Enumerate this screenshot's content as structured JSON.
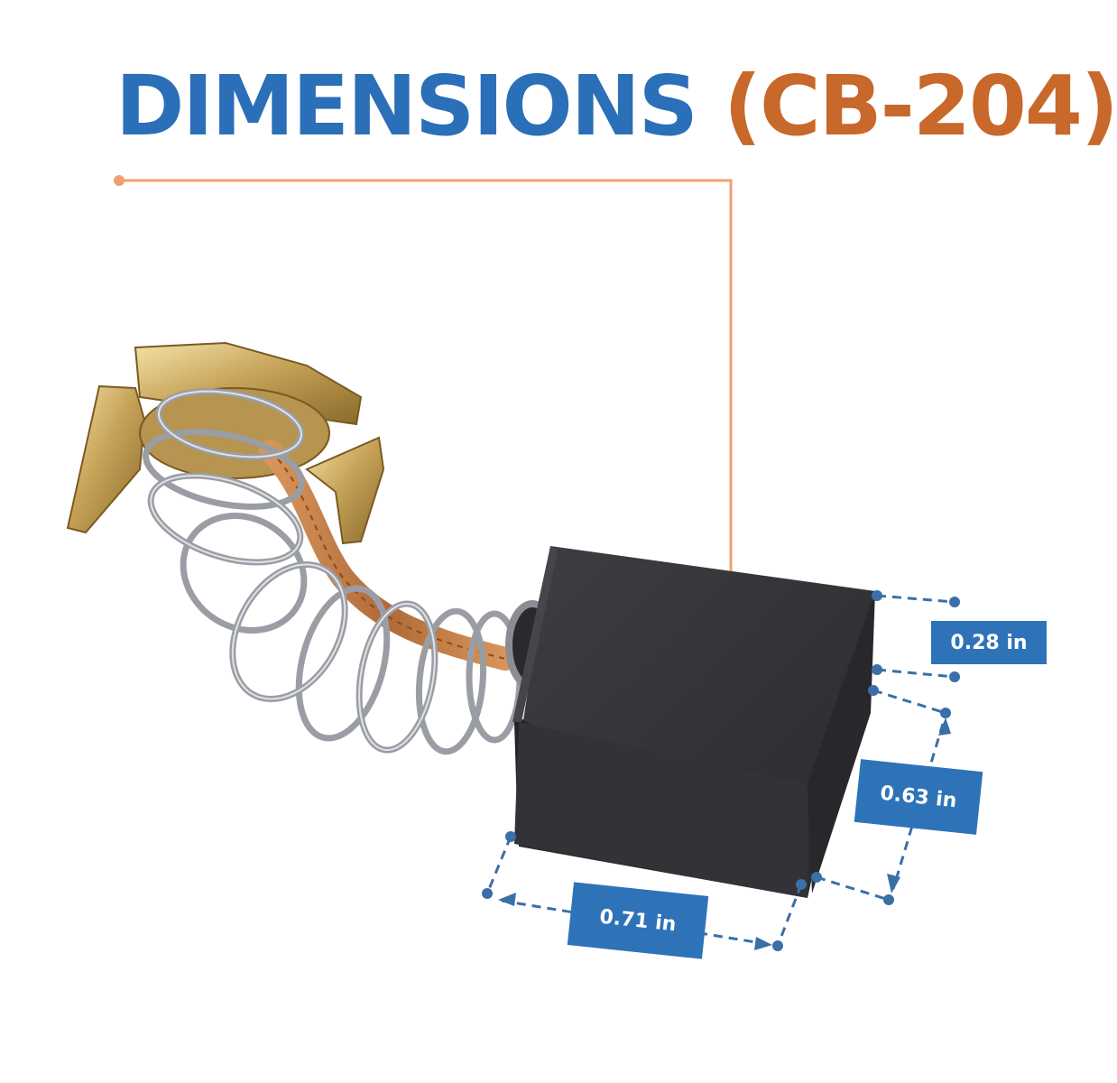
{
  "title": {
    "part1": "DIMENSIONS",
    "part2": "(CB-204)"
  },
  "dimensions": {
    "height": "0.28 in",
    "depth": "0.63 in",
    "width": "0.71 in"
  },
  "colors": {
    "title_blue": "#2a6fb8",
    "title_orange": "#c8682a",
    "leader_line": "#f0a070",
    "label_bg": "#2e73b8",
    "dimension_line": "#3a6fa8"
  }
}
